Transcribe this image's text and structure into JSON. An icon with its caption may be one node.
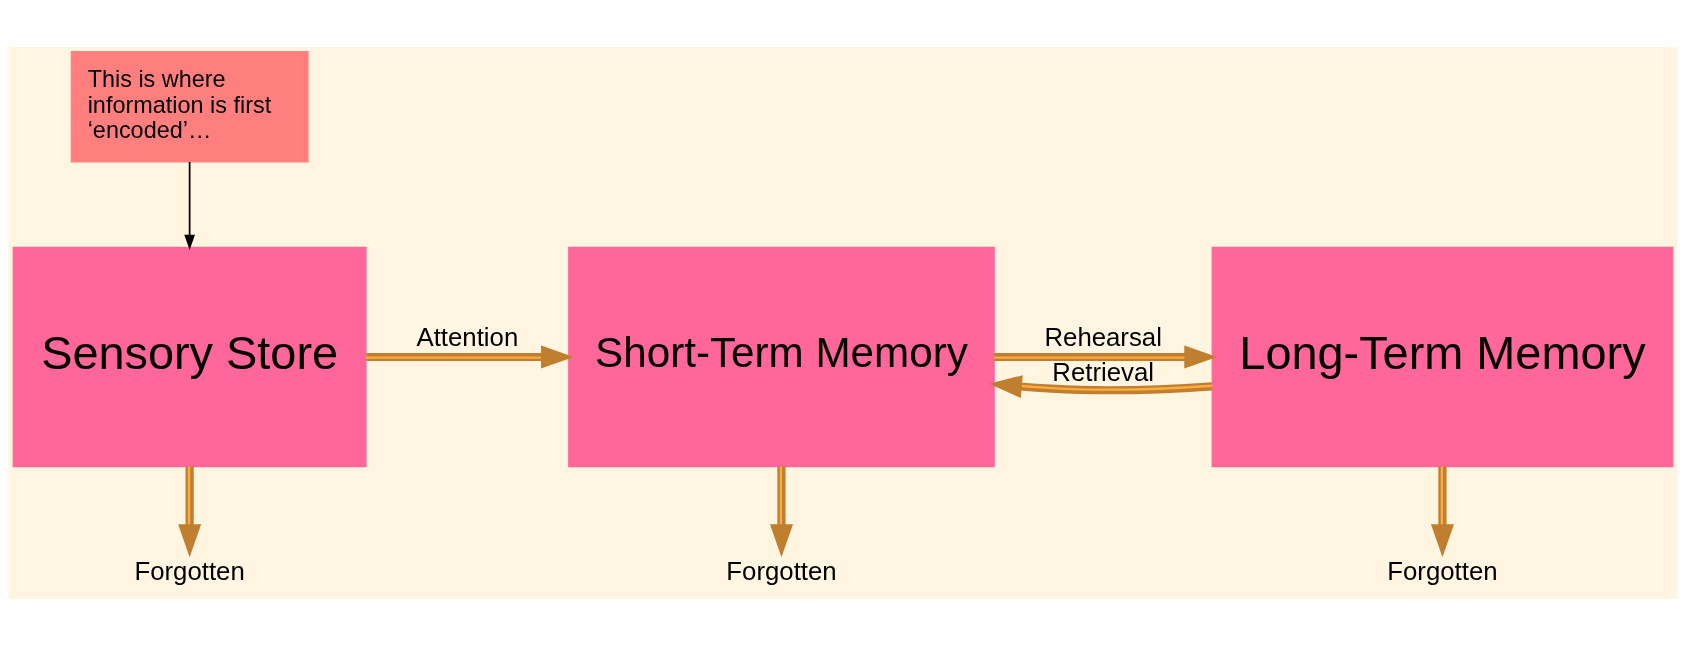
{
  "diagram": {
    "nodes": [
      {
        "text": [
          "Sensory Store"
        ]
      },
      {
        "text": [
          "Short-Term Memory"
        ]
      },
      {
        "text": [
          "Long-Term Memory"
        ]
      },
      {
        "text": [
          "Forgotten"
        ]
      },
      {
        "text": [
          "Forgotten"
        ]
      },
      {
        "text": [
          "Forgotten"
        ]
      },
      {
        "text": [
          "This is where information is first ‘encoded’…"
        ]
      }
    ],
    "edges": [
      {
        "from": 0,
        "to": 1,
        "arrow": "to",
        "label": "Attention"
      },
      {
        "from": 1,
        "to": 2,
        "arrow": "to",
        "label": "Rehearsal"
      },
      {
        "from": 2,
        "to": 1,
        "arrow": "to",
        "label": "Retrieval"
      },
      {
        "from": 0,
        "to": 3,
        "arrow": "to"
      },
      {
        "from": 1,
        "to": 4,
        "arrow": "to"
      },
      {
        "from": 2,
        "to": 5,
        "arrow": "to"
      },
      {
        "from": 6,
        "to": 0,
        "arrow": "to",
        "color": "#000000"
      }
    ]
  }
}
